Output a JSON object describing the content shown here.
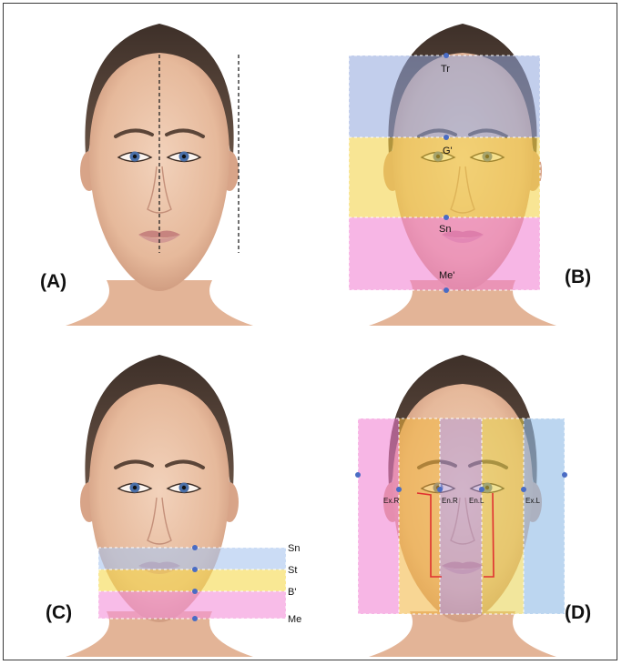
{
  "panels": [
    {
      "id": "A",
      "label": "(A)"
    },
    {
      "id": "B",
      "label": "(B)",
      "landmarks": [
        "Tr",
        "G'",
        "Sn",
        "Me'"
      ],
      "zone_colors": [
        "#8fa6dc",
        "#f2cf3c",
        "#f07ad0"
      ]
    },
    {
      "id": "C",
      "label": "(C)",
      "landmarks": [
        "Sn",
        "St",
        "B'",
        "Me"
      ],
      "zone_colors": [
        "#a9c4ee",
        "#f5d84c",
        "#f48fd8"
      ]
    },
    {
      "id": "D",
      "label": "(D)",
      "landmarks": [
        "Ex.R",
        "En.R",
        "En.L",
        "Ex.L"
      ],
      "zone_colors": [
        "#f07ad0",
        "#f2b53c",
        "#b79ad6",
        "#e8d24a",
        "#8fbbe6"
      ]
    }
  ],
  "colors": {
    "skin": "#e8bfa2",
    "skin_shadow": "#c99378",
    "hair": "#4a3a30",
    "lips": "#c98a86",
    "iris": "#4a6fa8",
    "marker": "#4a6cc4",
    "rule": "#e03030"
  }
}
